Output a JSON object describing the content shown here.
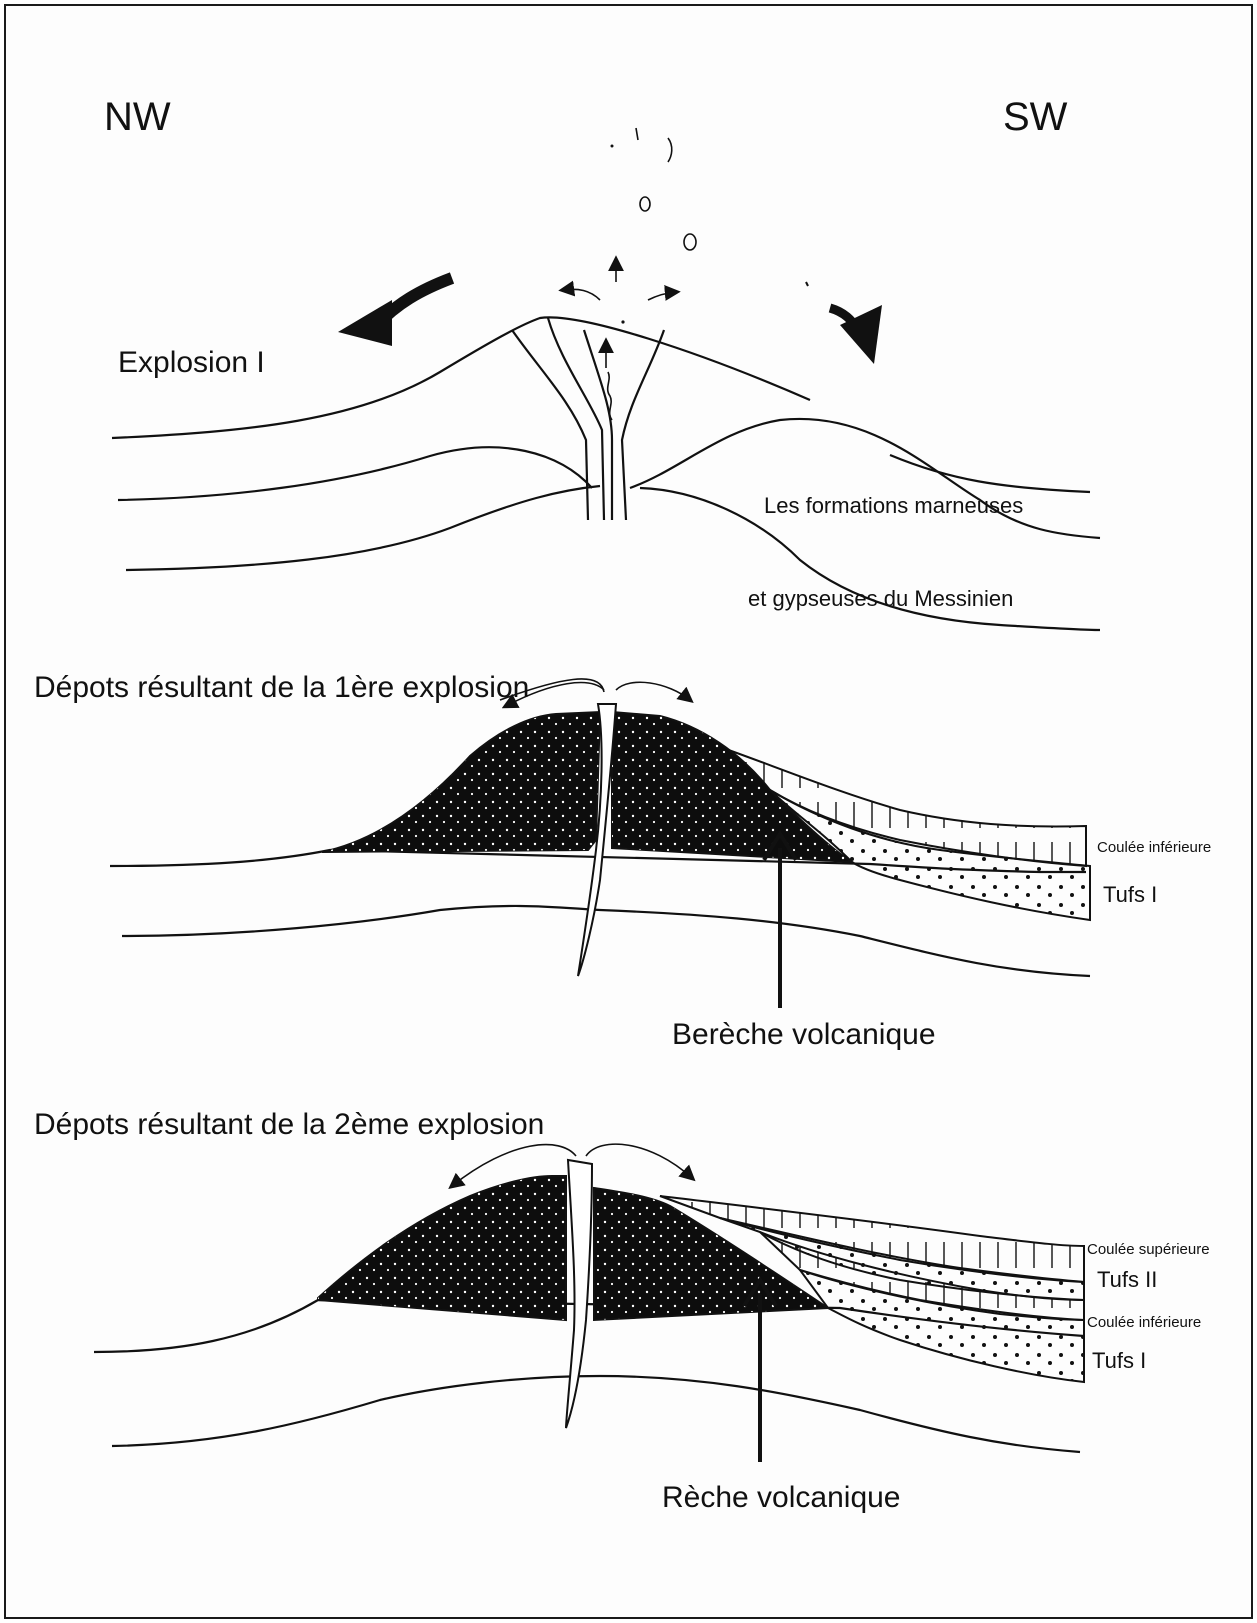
{
  "orientation": {
    "left": "NW",
    "right": "SW"
  },
  "panels": {
    "explosion1": {
      "title": "Explosion I",
      "formation_line1": "Les formations marneuses",
      "formation_line2": "et gypseuses du Messinien"
    },
    "deposits1": {
      "title": "Dépots résultant de la 1ère explosion",
      "label_coulee": "Coulée inférieure",
      "label_tufs": "Tufs I",
      "label_breche": "Berèche volcanique"
    },
    "deposits2": {
      "title": "Dépots résultant de la 2ème explosion",
      "label_coulee_sup": "Coulée supérieure",
      "label_tufs2": "Tufs II",
      "label_coulee_inf": "Coulée inférieure",
      "label_tufs1": "Tufs I",
      "label_breche": "Rèche volcanique"
    }
  },
  "colors": {
    "ink": "#111111",
    "paper": "#fdfdfd"
  }
}
